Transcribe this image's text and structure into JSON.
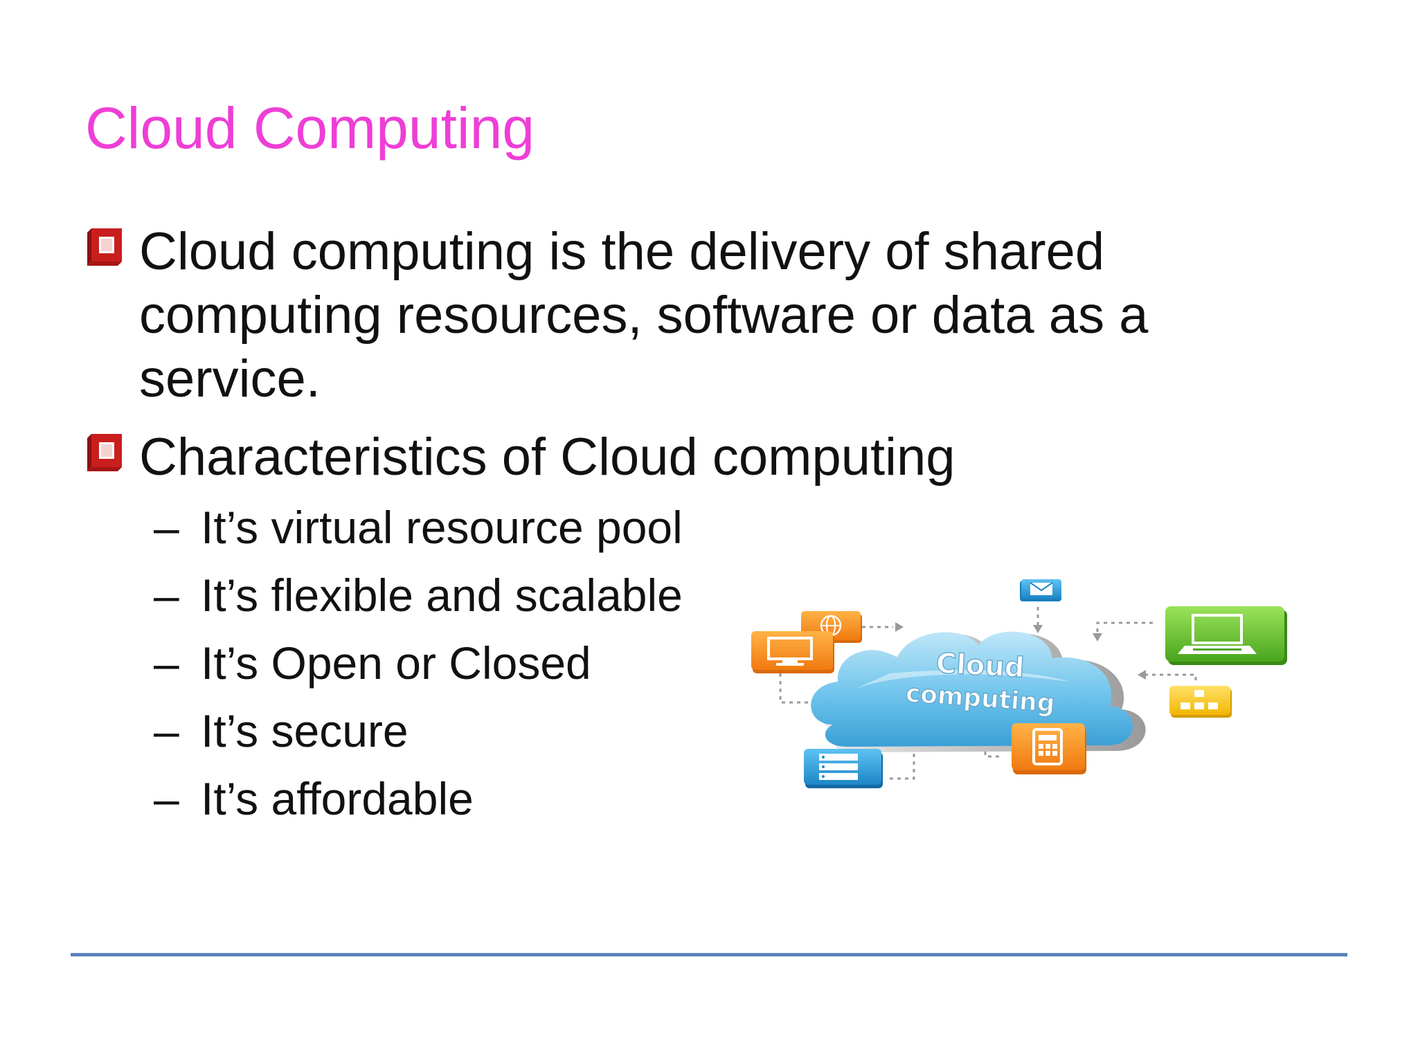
{
  "slide": {
    "title": "Cloud Computing",
    "title_color": "#ee3ed6",
    "bullet_icon": "red-square-bullet-icon",
    "bullets": [
      {
        "lines": [
          "Cloud computing is the delivery of shared",
          "computing resources, software or data as a",
          "service."
        ]
      },
      {
        "lines": [
          "Characteristics of Cloud computing"
        ]
      }
    ],
    "sub_bullets": [
      "It’s virtual resource pool",
      "It’s flexible and scalable",
      "It’s Open or Closed",
      "It’s secure",
      "It’s affordable"
    ],
    "dash": "–",
    "divider_color": "#5b82bb"
  },
  "illustration": {
    "cloud_line1": "Cloud",
    "cloud_line2": "computing",
    "icons": [
      "email-icon",
      "globe-icon",
      "monitor-icon",
      "laptop-icon",
      "network-icon",
      "server-icon",
      "calculator-icon"
    ]
  }
}
